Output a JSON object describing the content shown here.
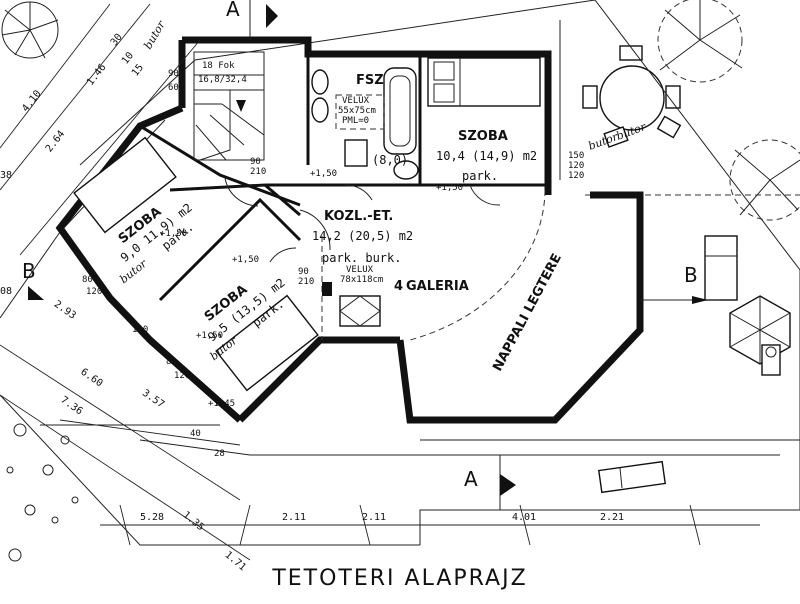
{
  "title": "TETOTERI ALAPRAJZ",
  "rooms": {
    "bath_name": "FSZ",
    "bedroom1_name": "SZOBA",
    "bedroom1_area": "10,4 (14,9) m2",
    "bedroom1_floor": "park.",
    "hall_name": "KOZL.-ET.",
    "hall_area": "14,2 (20,5) m2",
    "hall_floor": "park. burk.",
    "gallery_name": "GALERIA",
    "gallery_mark": "4",
    "bedroom2_name": "SZOBA",
    "bedroom2_area": "9,0 11,9) m2",
    "bedroom2_floor": "park.",
    "bedroom2_note": "butor",
    "bedroom3_name": "SZOBA",
    "bedroom3_area": "9,5 (13,5) m2",
    "bedroom3_floor": "park.",
    "bedroom3_note": "butor",
    "void_label": "NAPPALI LEGTERE",
    "small_area": "(8,0)"
  },
  "velux": {
    "bath": [
      "VELUX",
      "55x75cm",
      "PML=0"
    ],
    "hall": [
      "VELUX",
      "78x118cm"
    ]
  },
  "stair": {
    "label": "18 Fok",
    "ratio": "16,8/32,4"
  },
  "sections": {
    "a_top": "A",
    "a_bottom": "A",
    "b_left": "B",
    "b_right": "B"
  },
  "handwritten": {
    "bedroom_note": "butor",
    "terrace_note": "butor",
    "kitchen_note": "butor"
  },
  "levels": {
    "plus150_a": "+1,50",
    "plus150_b": "+1,50",
    "plus150_c": "+1,50",
    "plus150_d": "+1,50",
    "plus150_e": "+1,50",
    "plus145": "+1,45"
  },
  "openings": {
    "o1": "90",
    "o2": "210",
    "o3": "90",
    "o4": "210",
    "o5": "90",
    "o6": "60",
    "o7": "120",
    "o8": "150",
    "o9": "120"
  },
  "dimensions": {
    "left_410": "4.10",
    "left_146": "1.46",
    "left_30": "30",
    "left_10": "10",
    "left_15": "15",
    "left_264": "2.64",
    "left_38": "38",
    "left_93": "2.93",
    "left_660": "6.60",
    "left_736": "7.36",
    "left_357": "3.57",
    "left_08": "08",
    "w80": "80",
    "w120": "120",
    "w80b": "80",
    "w120b": "120",
    "w120c": "120",
    "bottom_528": "5.28",
    "bottom_135": "1.35",
    "bottom_211a": "2.11",
    "bottom_211b": "2.11",
    "bottom_401": "4.01",
    "bottom_221": "2.21",
    "bottom_171": "1.71",
    "bottom_40": "40",
    "bottom_28": "28"
  }
}
